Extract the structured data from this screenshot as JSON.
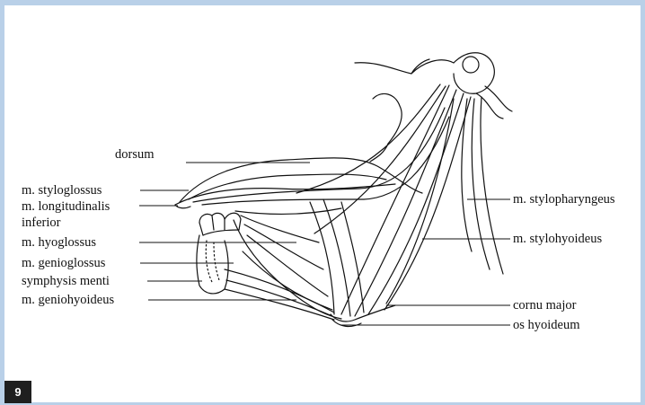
{
  "figure_number": "9",
  "labels": {
    "dorsum": "dorsum",
    "styloglossus": "m. styloglossus",
    "longitudinalis": "m. longitudinalis",
    "inferior": "inferior",
    "hyoglossus": "m. hyoglossus",
    "genioglossus": "m. genioglossus",
    "symphysis": "symphysis menti",
    "geniohyoideus": "m. geniohyoideus",
    "stylopharyngeus": "m. stylopharyngeus",
    "stylohyoideus": "m. stylohyoideus",
    "cornu_major": "cornu major",
    "os_hyoideum": "os hyoideum"
  },
  "colors": {
    "frame": "#b9d0e8",
    "badge": "#1f1f1f",
    "ink": "#111111"
  }
}
